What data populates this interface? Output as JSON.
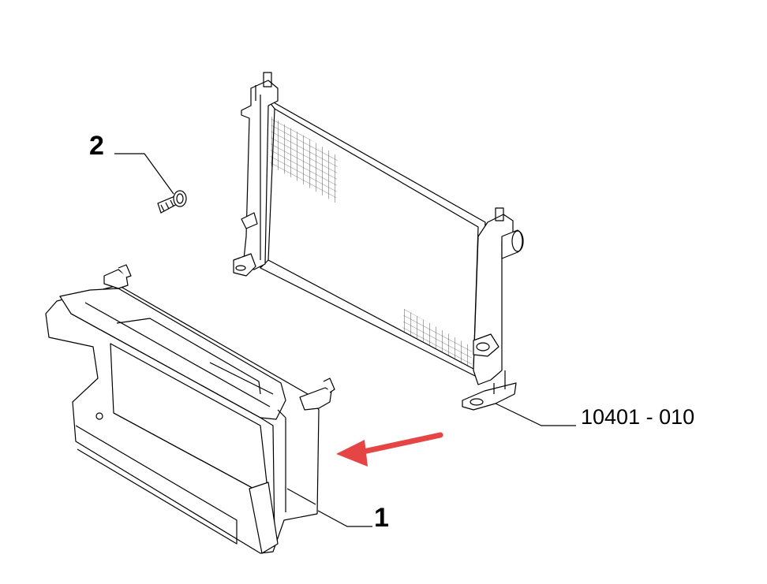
{
  "callouts": {
    "part1": "1",
    "part2": "2",
    "assembly_ref": "10401 - 010"
  },
  "colors": {
    "line": "#000000",
    "arrow": "#e64545",
    "background": "#ffffff"
  }
}
